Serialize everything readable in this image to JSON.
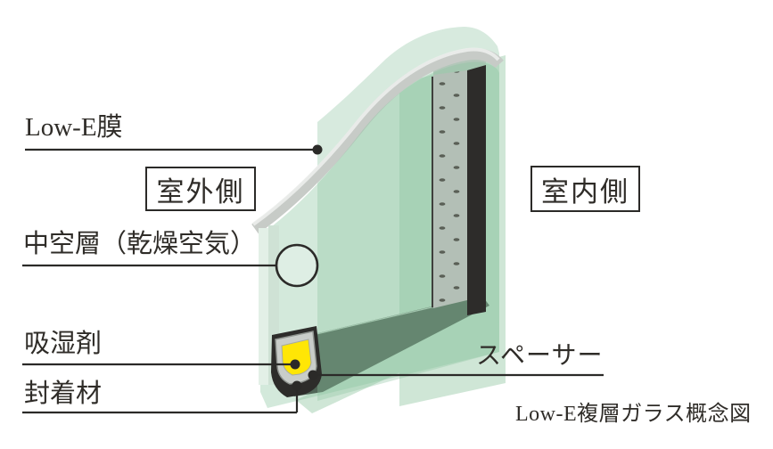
{
  "figure": {
    "caption": "Low-E複層ガラス概念図",
    "callouts": {
      "low_e_film": "Low-E膜",
      "air_layer": "中空層（乾燥空気）",
      "desiccant": "吸湿剤",
      "sealant": "封着材",
      "spacer": "スペーサー"
    },
    "side_labels": {
      "outdoor": "室外側",
      "indoor": "室内側"
    },
    "colors": {
      "glass_sheet_green": "#8cc4a0",
      "back_pane_green": "#cfe6d6",
      "glass_edge_band_gray": "#c7cbc7",
      "spacer_gray": "#b3bfb6",
      "spacer_face_gray": "#c2c7c1",
      "sealant_black": "#2d2c2a",
      "desiccant_yellow": "#ffe605",
      "callout_line": "#2b2a28"
    }
  }
}
